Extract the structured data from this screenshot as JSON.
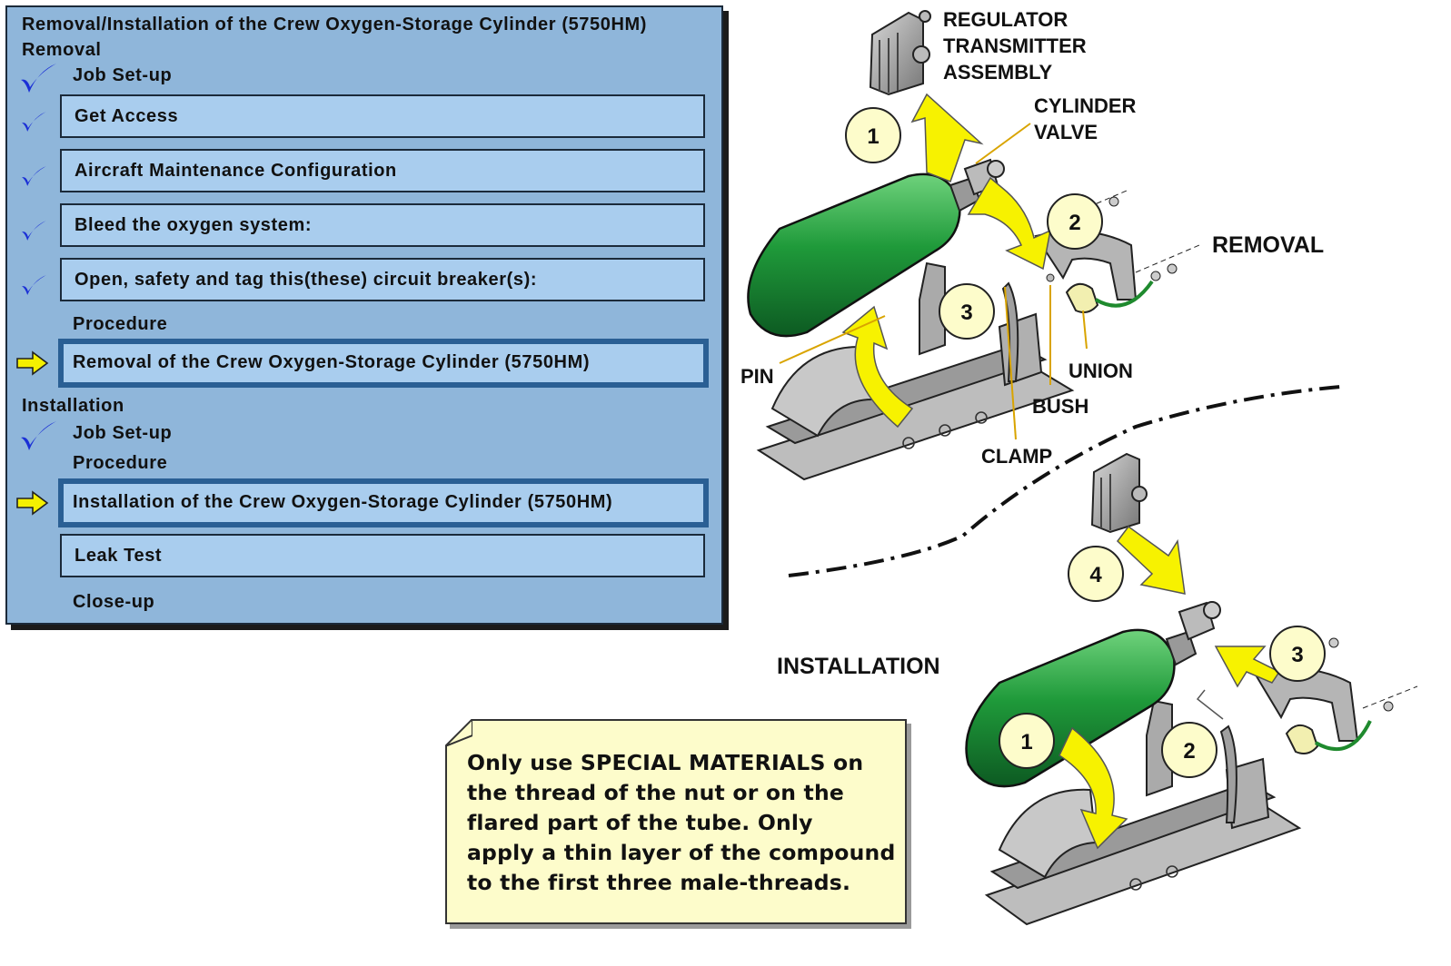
{
  "panel": {
    "title": "Removal/Installation of the Crew Oxygen-Storage Cylinder (5750HM)",
    "removal_heading": "Removal",
    "removal_items": {
      "job_setup": "Job Set-up",
      "get_access": "Get Access",
      "aircraft_config": "Aircraft Maintenance Configuration",
      "bleed": "Bleed the oxygen system:",
      "circuit_breakers": "Open, safety and tag this(these) circuit breaker(s):",
      "procedure": "Procedure",
      "removal_task": "Removal of the Crew Oxygen-Storage Cylinder (5750HM)"
    },
    "installation_heading": "Installation",
    "installation_items": {
      "job_setup": "Job Set-up",
      "procedure": "Procedure",
      "installation_task": "Installation of the Crew Oxygen-Storage Cylinder (5750HM)",
      "leak_test": "Leak Test",
      "close_up": "Close-up"
    },
    "colors": {
      "panel": "#8fb6da",
      "box": "#a9cdee",
      "active_border": "#2a5f94",
      "tick": "#1a2fd6",
      "arrow": "#f5f000"
    }
  },
  "diagram": {
    "labels": {
      "regulator_1": "REGULATOR",
      "regulator_2": "TRANSMITTER",
      "regulator_3": "ASSEMBLY",
      "cylinder_valve_1": "CYLINDER",
      "cylinder_valve_2": "VALVE",
      "removal": "REMOVAL",
      "pin": "PIN",
      "union": "UNION",
      "bush": "BUSH",
      "clamp": "CLAMP",
      "installation": "INSTALLATION"
    },
    "removal_steps": [
      "1",
      "2",
      "3"
    ],
    "installation_steps": [
      "4",
      "3",
      "1",
      "2"
    ],
    "colors": {
      "cylinder": "#1f9a3a",
      "step_arrow": "#f7f200",
      "step_circle": "#fdfccb",
      "leader": "#d9a400"
    }
  },
  "note": {
    "lines": [
      "Only use SPECIAL MATERIALS on",
      "the thread of the nut or on the",
      "flared part of the tube. Only",
      "apply a thin layer of the compound",
      "to the first three male-threads."
    ]
  }
}
